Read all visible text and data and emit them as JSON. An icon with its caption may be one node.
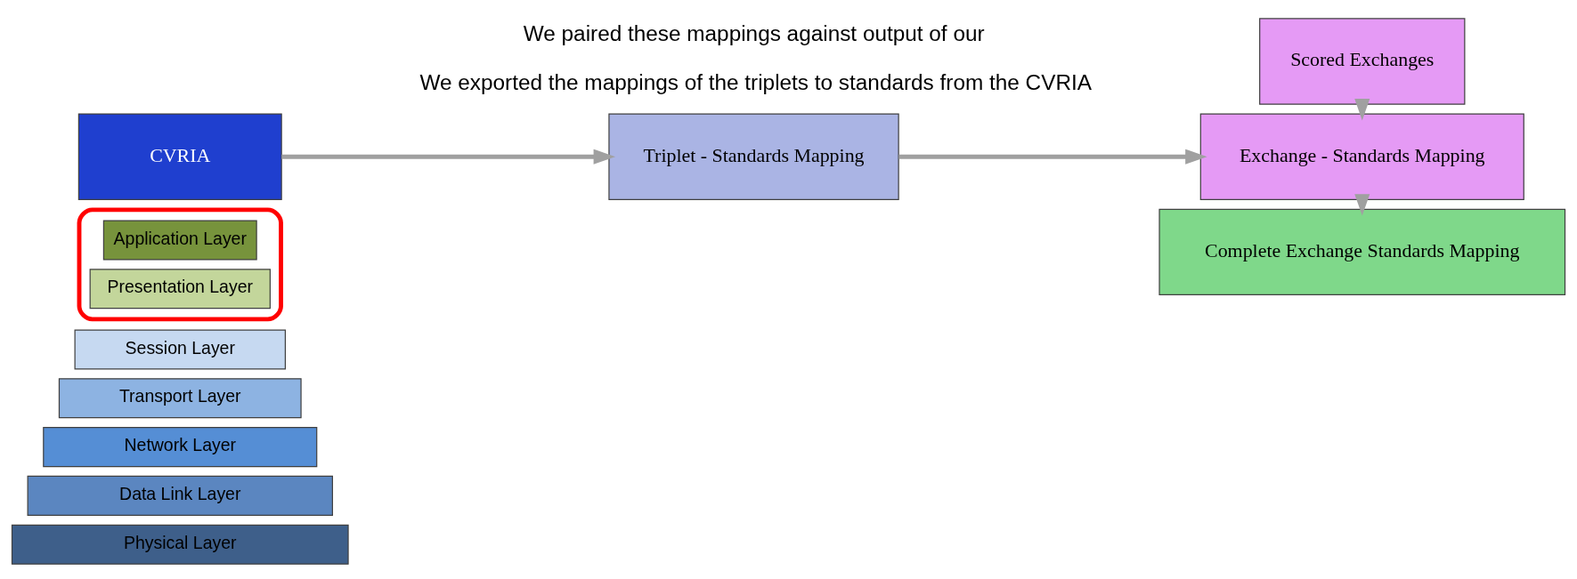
{
  "diagram": {
    "nodes": [
      {
        "text": [],
        "shape": "box"
      },
      {
        "text": [
          "Application Layer"
        ],
        "in": 0
      },
      {
        "text": [
          "Presentation Layer"
        ],
        "in": 0
      },
      {
        "text": [
          "Session Layer"
        ]
      },
      {
        "text": [
          "Transport Layer"
        ]
      },
      {
        "text": [
          "Network Layer"
        ]
      },
      {
        "text": [
          "Data Link Layer"
        ]
      },
      {
        "text": [
          "Physical Layer"
        ]
      },
      {
        "text": [
          "CVRIA"
        ]
      },
      {
        "text": [
          "Triplet - Standards Mapping"
        ]
      },
      {
        "text": [
          "Scored Exchanges"
        ]
      },
      {
        "text": [
          "Exchange - Standards Mapping"
        ]
      },
      {
        "text": [
          "Complete Exchange Standards Mapping"
        ]
      }
    ],
    "edges": [
      {
        "from": 8,
        "to": 9,
        "arrow": "to"
      },
      {
        "from": 9,
        "to": 11,
        "arrow": "to"
      },
      {
        "from": 10,
        "to": 11,
        "arrow": "to"
      },
      {
        "from": 11,
        "to": 12,
        "arrow": "to"
      }
    ],
    "labels": [
      "We exported the mappings of the triplets to standards from the CVRIA",
      "We paired these mappings against output of our"
    ]
  }
}
